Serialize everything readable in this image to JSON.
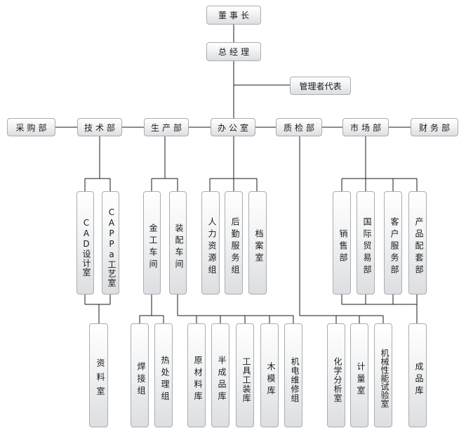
{
  "chairman": "董事长",
  "gm": "总经理",
  "mgmt_rep": "管理者代表",
  "departments": {
    "purchasing": "采购部",
    "technical": "技术部",
    "production": "生产部",
    "office": "办公室",
    "qc": "质检部",
    "market": "市场部",
    "finance": "财务部"
  },
  "technical_units": {
    "cad": "CAD设计室",
    "capp": "CAPPa工艺室"
  },
  "production_units": {
    "metal": "金工车间",
    "assembly": "装配车间"
  },
  "office_units": {
    "hr": "人力资源组",
    "logistics": "后勤服务组",
    "archive": "档案室"
  },
  "market_units": {
    "sales": "销售部",
    "intl_trade": "国际贸易部",
    "customer_service": "客户服务部",
    "product_support": "产品配套部"
  },
  "bottom": {
    "data_room": "资料室",
    "welding": "焊接组",
    "heat_treat": "热处理组",
    "raw_material": "原材料库",
    "semi_finished": "半成品库",
    "tooling": "工具工装库",
    "wood_mold": "木模库",
    "electromech": "机电维修组",
    "chem_lab": "化学分析室",
    "metrology": "计量室",
    "mech_test": "机械性能试验室",
    "finished": "成品库"
  }
}
